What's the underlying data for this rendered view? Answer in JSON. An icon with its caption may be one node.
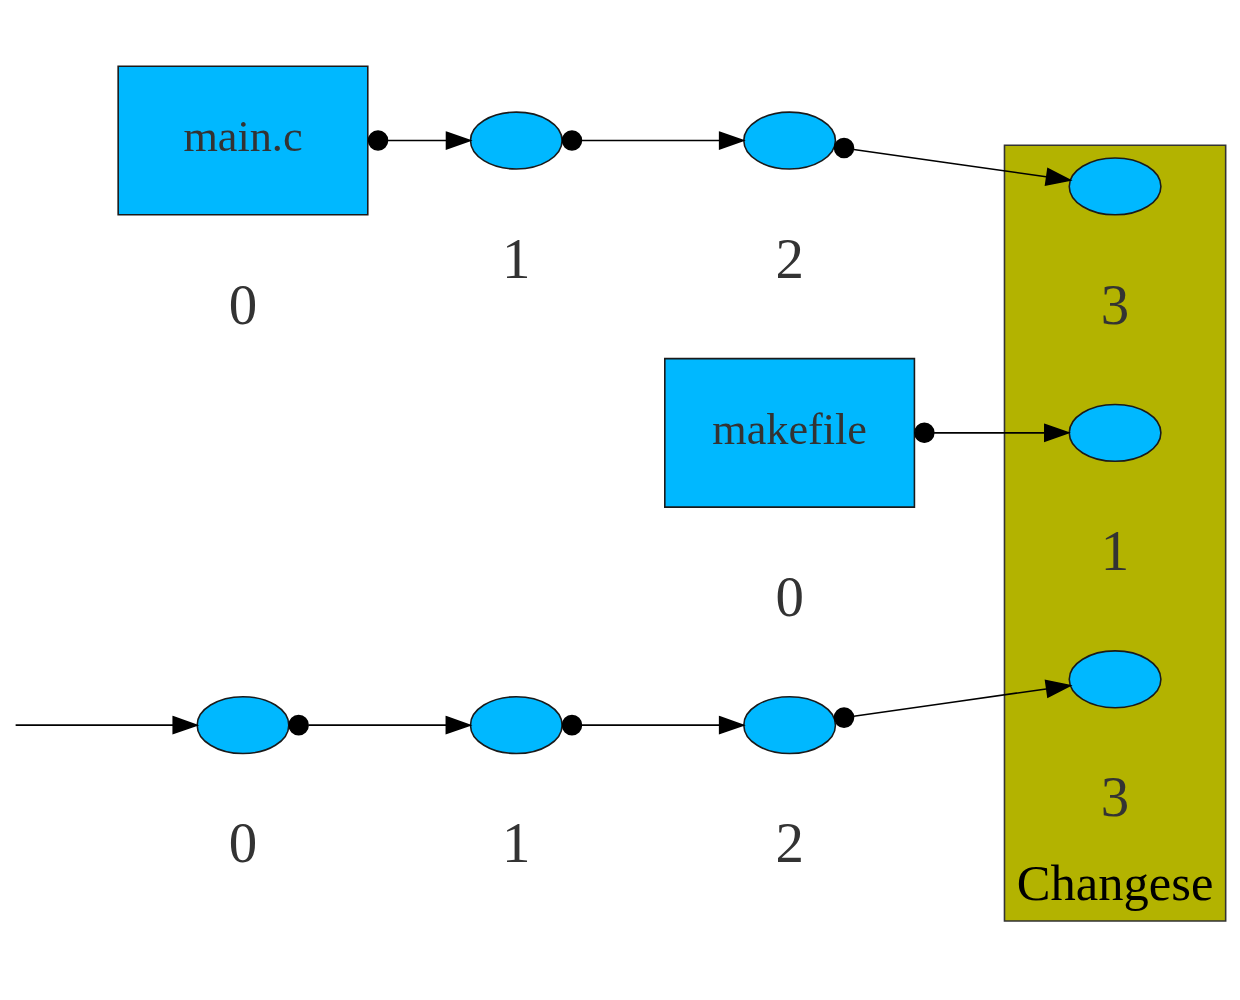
{
  "diagram": {
    "nodes": [
      {
        "text": [
          "main.c"
        ],
        "beside": [
          "0"
        ]
      },
      {
        "text": [],
        "shape": "ellipse",
        "beside": [
          "1"
        ]
      },
      {
        "text": [],
        "shape": "ellipse",
        "beside": [
          "2"
        ]
      },
      {
        "text": [
          "Changese"
        ]
      },
      {
        "text": [],
        "shape": "ellipse",
        "in": 3,
        "beside": [
          "3"
        ]
      },
      {
        "text": [
          "makefile"
        ],
        "beside": [
          "0"
        ]
      },
      {
        "text": [],
        "shape": "ellipse",
        "in": 3,
        "beside": [
          "1"
        ]
      },
      {
        "text": [],
        "shape": "ellipse",
        "beside": [
          "0"
        ]
      },
      {
        "text": [],
        "shape": "ellipse",
        "beside": [
          "1"
        ]
      },
      {
        "text": [],
        "shape": "ellipse",
        "beside": [
          "2"
        ]
      },
      {
        "text": [],
        "shape": "ellipse",
        "in": 3,
        "beside": [
          "3"
        ]
      }
    ],
    "edges": [
      {
        "from": 0,
        "to": 1,
        "arrow": "to"
      },
      {
        "from": 1,
        "to": 2,
        "arrow": "to"
      },
      {
        "from": 2,
        "to": 4,
        "arrow": "to"
      },
      {
        "from": 5,
        "to": 6,
        "arrow": "to"
      },
      {
        "from": null,
        "to": 7,
        "arrow": "to"
      },
      {
        "from": 7,
        "to": 8,
        "arrow": "to"
      },
      {
        "from": 8,
        "to": 9,
        "arrow": "to"
      },
      {
        "from": 9,
        "to": 10,
        "arrow": "to"
      }
    ]
  }
}
